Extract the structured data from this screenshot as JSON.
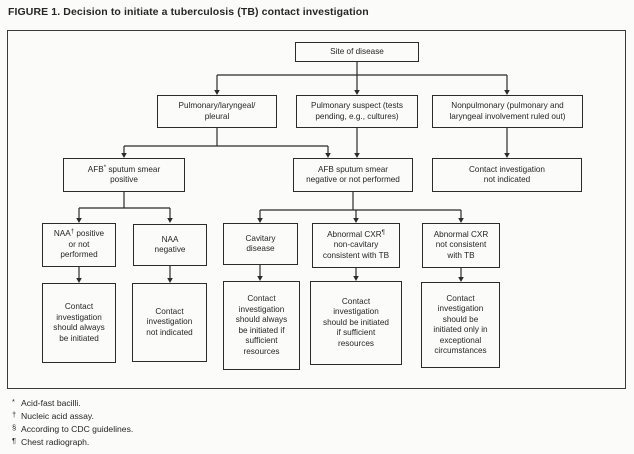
{
  "title": "FIGURE 1. Decision to initiate a tuberculosis (TB) contact investigation",
  "nodes": {
    "site": {
      "label": "Site of disease"
    },
    "pulmonary": {
      "label": "Pulmonary/laryngeal/\npleural"
    },
    "suspect": {
      "label": "Pulmonary suspect (tests\npending, e.g., cultures)"
    },
    "nonpulmonary": {
      "label": "Nonpulmonary (pulmonary and\nlaryngeal involvement ruled out)"
    },
    "afb_pos": {
      "pre": "AFB",
      "sup": "*",
      "post": " sputum smear\npositive"
    },
    "afb_neg": {
      "label": "AFB sputum smear\nnegative or not performed"
    },
    "ci_not": {
      "label": "Contact investigation\nnot indicated"
    },
    "naa_pos": {
      "pre": "NAA",
      "sup": "†",
      "post": " positive\nor not\nperformed"
    },
    "naa_neg": {
      "label": "NAA\nnegative"
    },
    "cavitary": {
      "label": "Cavitary\ndisease"
    },
    "cxr_noncav": {
      "pre": "Abnormal CXR",
      "sup": "¶",
      "post": "\nnon-cavitary\nconsistent with TB"
    },
    "cxr_not": {
      "label": "Abnormal CXR\nnot consistent\nwith TB"
    },
    "out_always": {
      "label": "Contact\ninvestigation\nshould always\nbe initiated"
    },
    "out_not": {
      "label": "Contact\ninvestigation\nnot indicated"
    },
    "out_always_res": {
      "label": "Contact\ninvestigation\nshould always\nbe initiated if\nsufficient\nresources"
    },
    "out_if_res": {
      "label": "Contact\ninvestigation\nshould be initiated\nif sufficient\nresources"
    },
    "out_except": {
      "label": "Contact\ninvestigation\nshould be\ninitiated only in\nexceptional\ncircumstances"
    }
  },
  "footnotes": [
    {
      "symbol": "*",
      "text": "Acid-fast bacilli."
    },
    {
      "symbol": "†",
      "text": "Nucleic acid assay."
    },
    {
      "symbol": "§",
      "text": "According to CDC guidelines."
    },
    {
      "symbol": "¶",
      "text": "Chest radiograph."
    }
  ],
  "colors": {
    "line": "#2b2b2b",
    "background": "#fbfbfa",
    "text": "#262626"
  }
}
